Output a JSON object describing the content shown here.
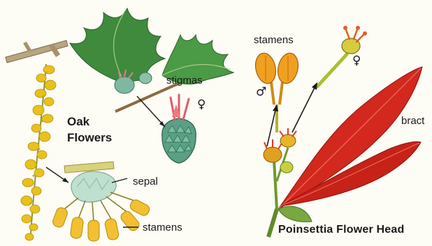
{
  "oak": {
    "title_line1": "Oak",
    "title_line2": "Flowers",
    "label_stigmas": "stigmas",
    "label_sepal": "sepal",
    "label_stamens": "stamens",
    "female_symbol": "♀"
  },
  "poinsettia": {
    "label_stamens": "stamens",
    "male_symbol": "♂",
    "female_symbol": "♀",
    "label_bract": "bract",
    "title": "Poinsettia Flower Head"
  },
  "colors": {
    "catkin_yellow": "#e8c21a",
    "leaf_green": "#3f8a3c",
    "bract_red": "#d2281e",
    "branch_brown": "#9a7b4f",
    "stamen_orange": "#f0a020"
  }
}
